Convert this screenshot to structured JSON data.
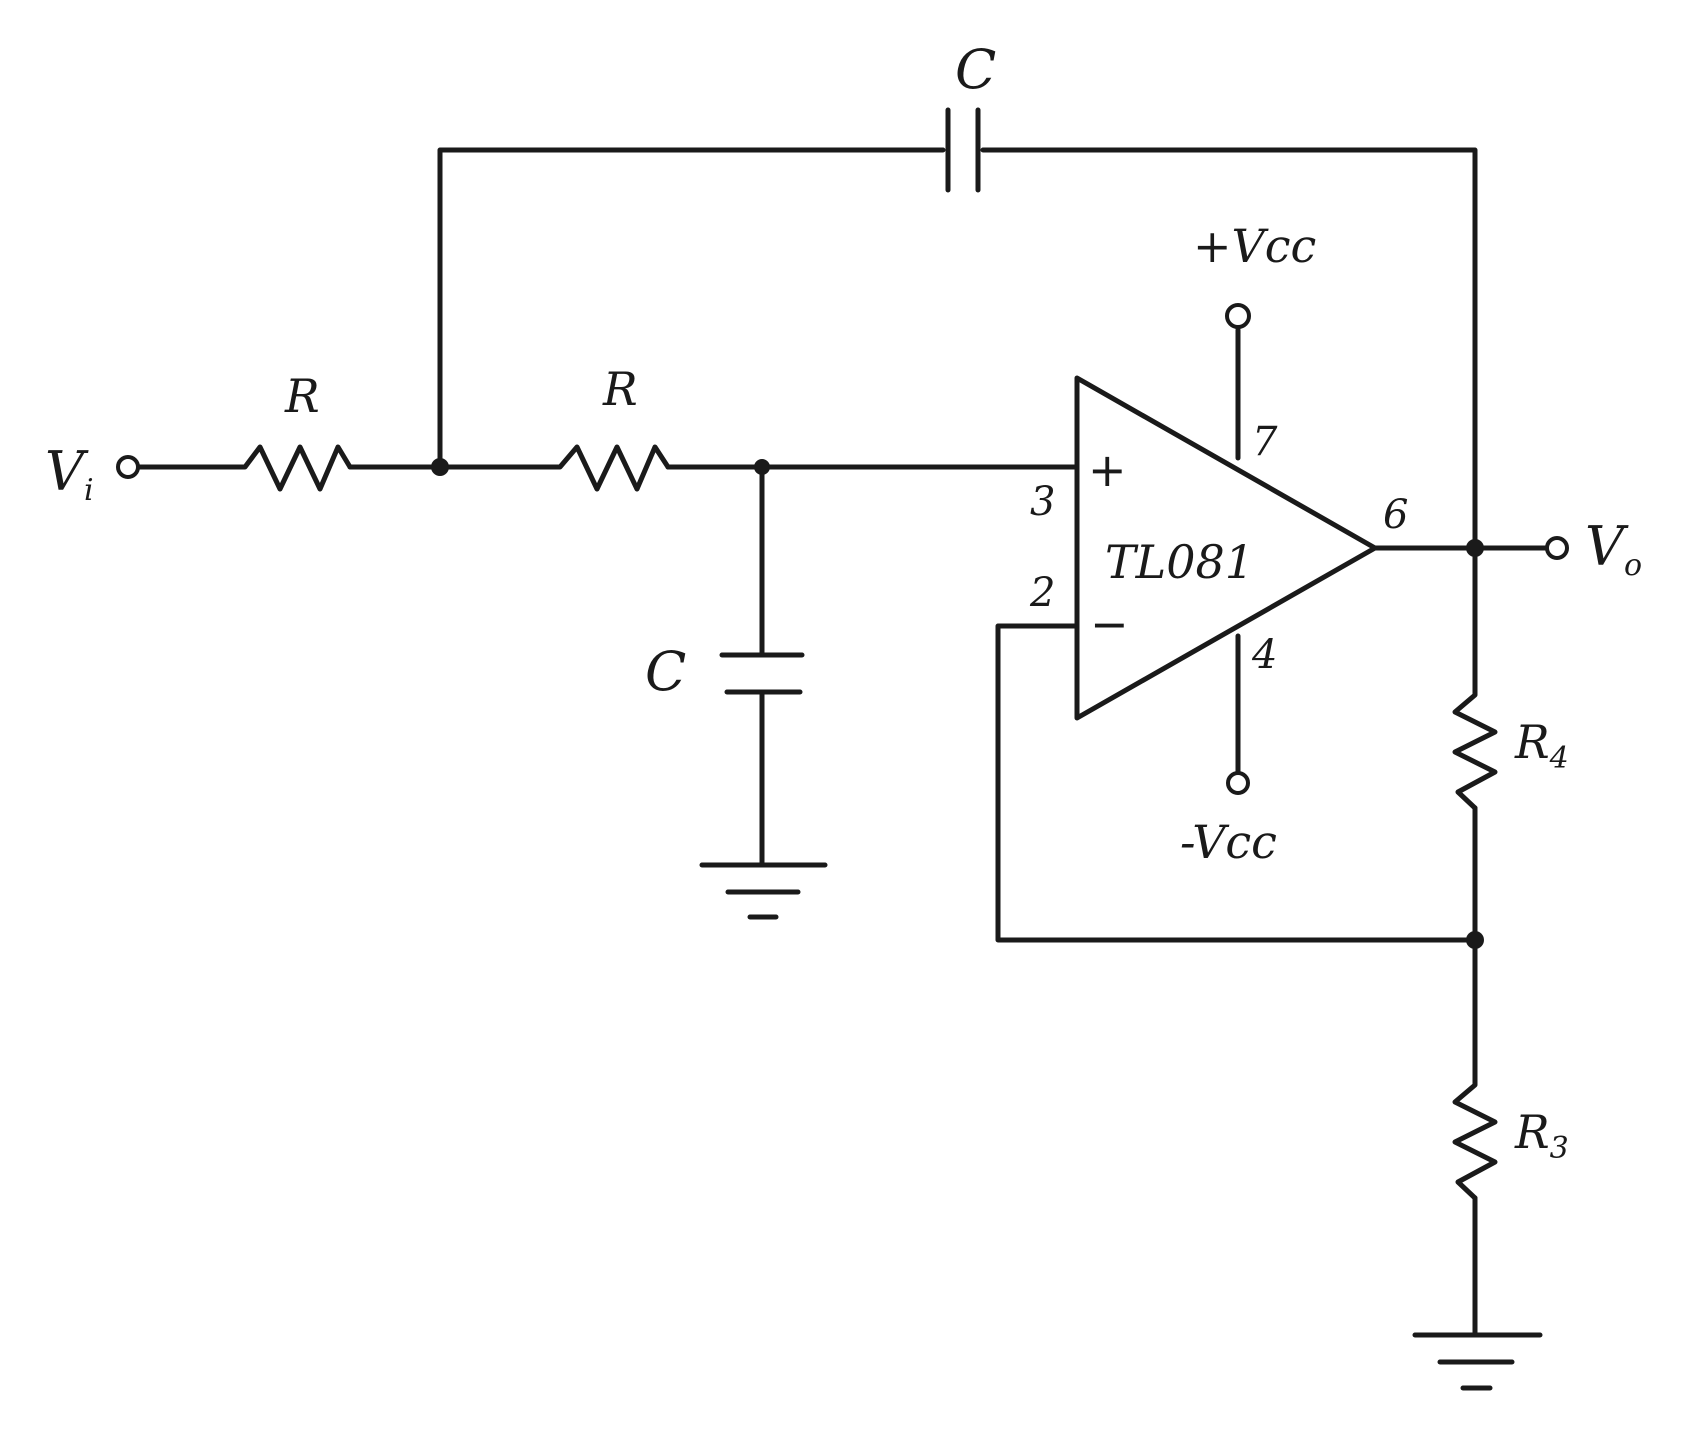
{
  "labels": {
    "input": {
      "main": "V",
      "sub": "i"
    },
    "output": {
      "main": "V",
      "sub": "o"
    },
    "r1": "R",
    "r2": "R",
    "c_top": "C",
    "c_shunt": "C",
    "r4": {
      "main": "R",
      "sub": "4"
    },
    "r3": {
      "main": "R",
      "sub": "3"
    },
    "opamp": "TL081",
    "vcc_pos": "+Vcc",
    "vcc_neg": "-Vcc",
    "pin_noninv": "3",
    "pin_inv": "2",
    "pin_out": "6",
    "pin_vpos": "7",
    "pin_vneg": "4",
    "sign_plus": "+",
    "sign_minus": "−"
  }
}
